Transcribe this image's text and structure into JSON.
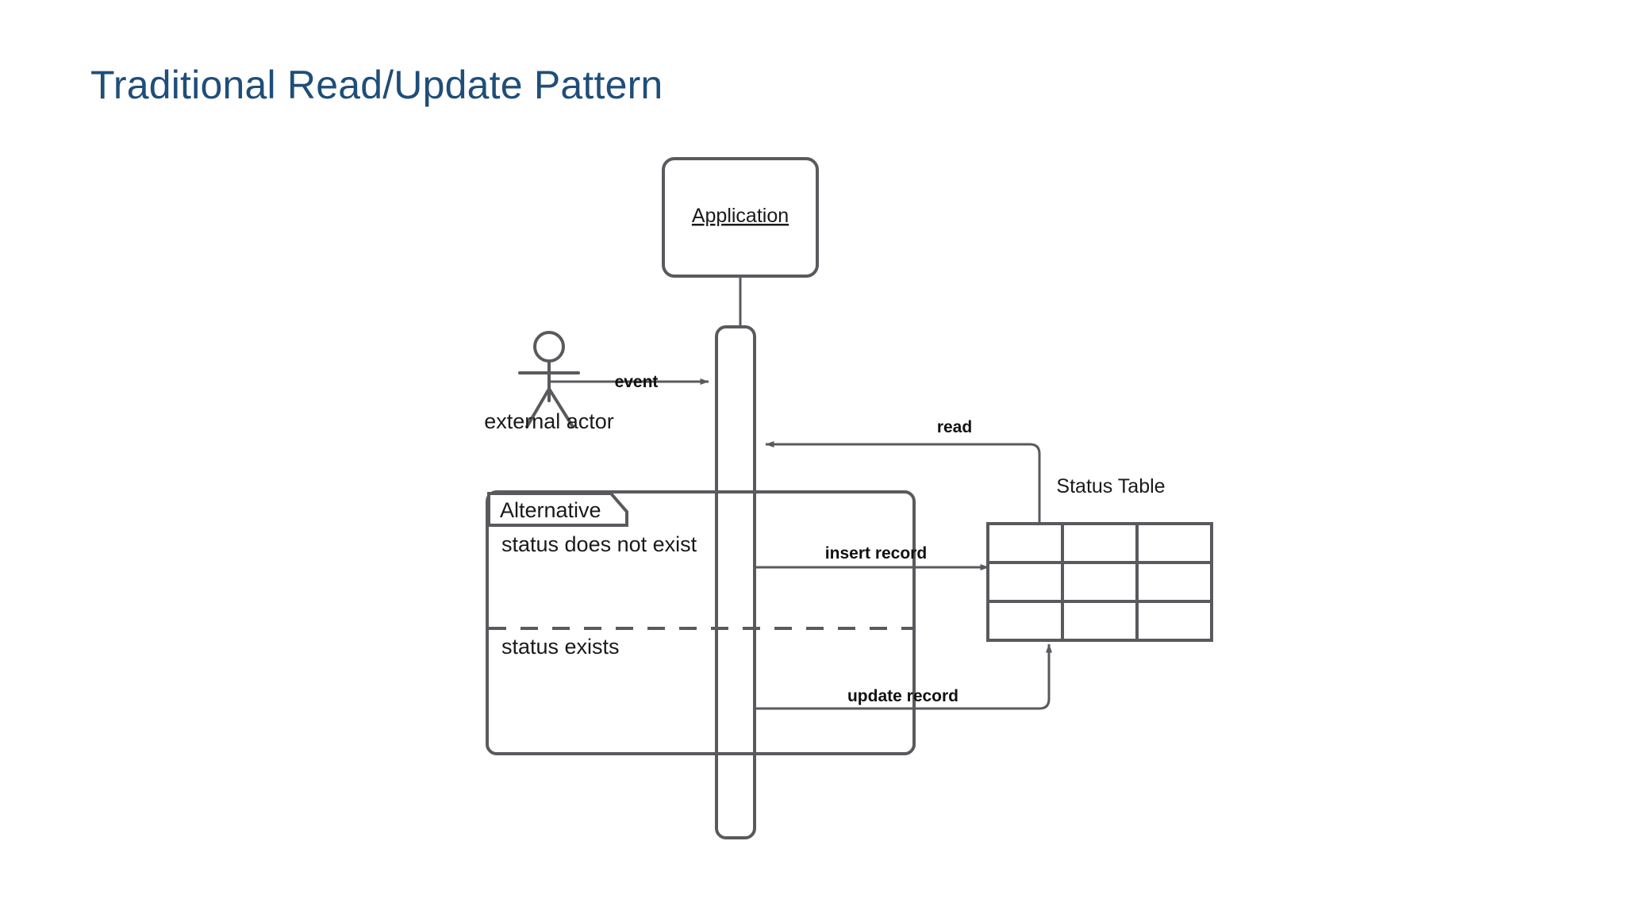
{
  "slide": {
    "title": "Traditional Read/Update Pattern",
    "title_color": "#1F4E79",
    "background": "#FFFFFF"
  },
  "diagram": {
    "type": "uml-sequence-diagram",
    "stroke_color": "#5A5A5E",
    "participants": [
      {
        "id": "application",
        "label": "Application",
        "shape": "rounded-rectangle",
        "underlined": true
      },
      {
        "id": "external-actor",
        "label": "external actor",
        "shape": "stick-figure"
      },
      {
        "id": "status-table",
        "label": "Status Table",
        "shape": "grid-table",
        "rows": 3,
        "cols": 3
      }
    ],
    "messages": [
      {
        "id": "event",
        "label": "event",
        "from": "external-actor",
        "to": "application",
        "direction": "right"
      },
      {
        "id": "read",
        "label": "read",
        "from": "status-table",
        "to": "application",
        "direction": "left"
      },
      {
        "id": "insert-record",
        "label": "insert record",
        "from": "application",
        "to": "status-table",
        "direction": "right"
      },
      {
        "id": "update-record",
        "label": "update record",
        "from": "application",
        "to": "status-table",
        "direction": "up"
      }
    ],
    "fragment": {
      "kind_label": "Alternative",
      "branches": [
        {
          "id": "branch-not-exist",
          "condition": "status does not exist"
        },
        {
          "id": "branch-exists",
          "condition": "status exists"
        }
      ],
      "divider": "dashed"
    }
  }
}
